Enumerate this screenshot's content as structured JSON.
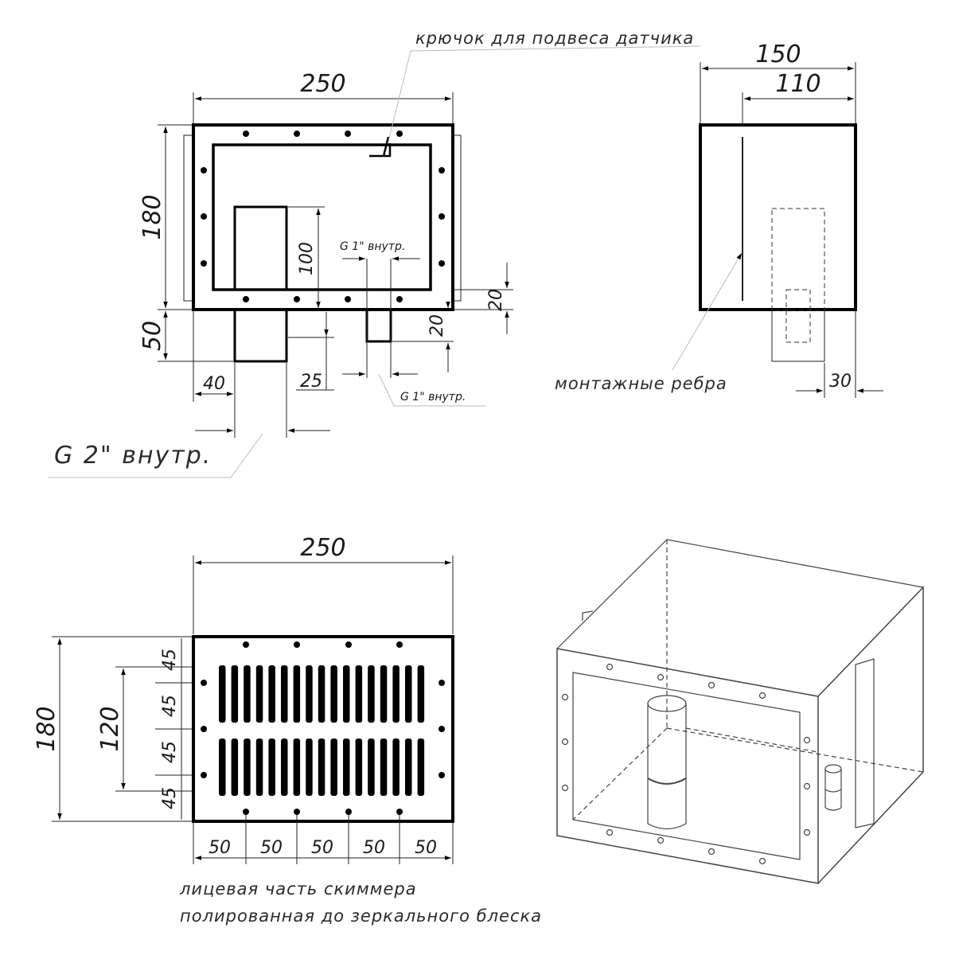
{
  "top_view": {
    "width_label": "250",
    "height_label": "180",
    "bottom_label": "50",
    "inner_label": "100",
    "offset_label": "40",
    "pipe_label": "25",
    "right_20_a": "20",
    "right_20_b": "20"
  },
  "side_view": {
    "depth_label": "150",
    "inner_depth_label": "110",
    "rib_label": "30"
  },
  "front_view": {
    "width_label": "250",
    "height_label": "180",
    "inner_height_label": "120",
    "row_gaps": [
      "45",
      "45",
      "45",
      "45"
    ],
    "col_gaps": [
      "50",
      "50",
      "50",
      "50",
      "50"
    ]
  },
  "notes": {
    "hook": "крючок для подвеса датчика",
    "g1_top": "G 1\" внутр.",
    "g1_bottom": "G 1\" внутр.",
    "g2": "G 2\" внутр.",
    "ribs": "монтажные ребра",
    "face_line1": "лицевая часть скиммера",
    "face_line2": "полированная до зеркального блеска"
  }
}
